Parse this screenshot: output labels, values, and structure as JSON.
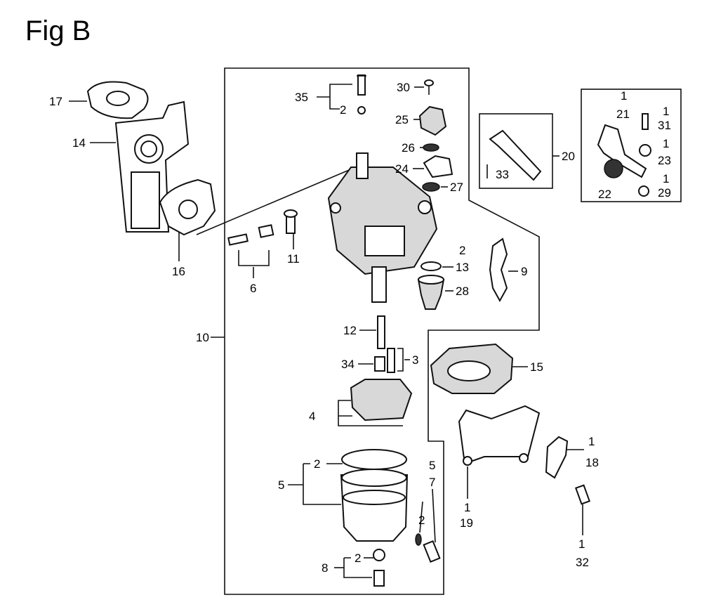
{
  "title": "Fig B",
  "callouts": {
    "c17": "17",
    "c14": "14",
    "c16": "16",
    "c6": "6",
    "c11": "11",
    "c35": "35",
    "c2a": "2",
    "c30": "30",
    "c25": "25",
    "c26": "26",
    "c24": "24",
    "c27": "27",
    "c20": "20",
    "c33": "33",
    "c1a": "1",
    "c21": "21",
    "c1b": "1",
    "c31": "31",
    "c1c": "1",
    "c23": "23",
    "c22": "22",
    "c1d": "1",
    "c29": "29",
    "c2b": "2",
    "c13": "13",
    "c28": "28",
    "c9": "9",
    "c10": "10",
    "c12": "12",
    "c34": "34",
    "c3": "3",
    "c15": "15",
    "c4": "4",
    "c2c": "2",
    "c5a": "5",
    "c5b": "5",
    "c7": "7",
    "c2d": "2",
    "c2e": "2",
    "c8": "8",
    "c1e": "1",
    "c19": "19",
    "c1f": "1",
    "c18": "18",
    "c1g": "1",
    "c32": "32"
  }
}
